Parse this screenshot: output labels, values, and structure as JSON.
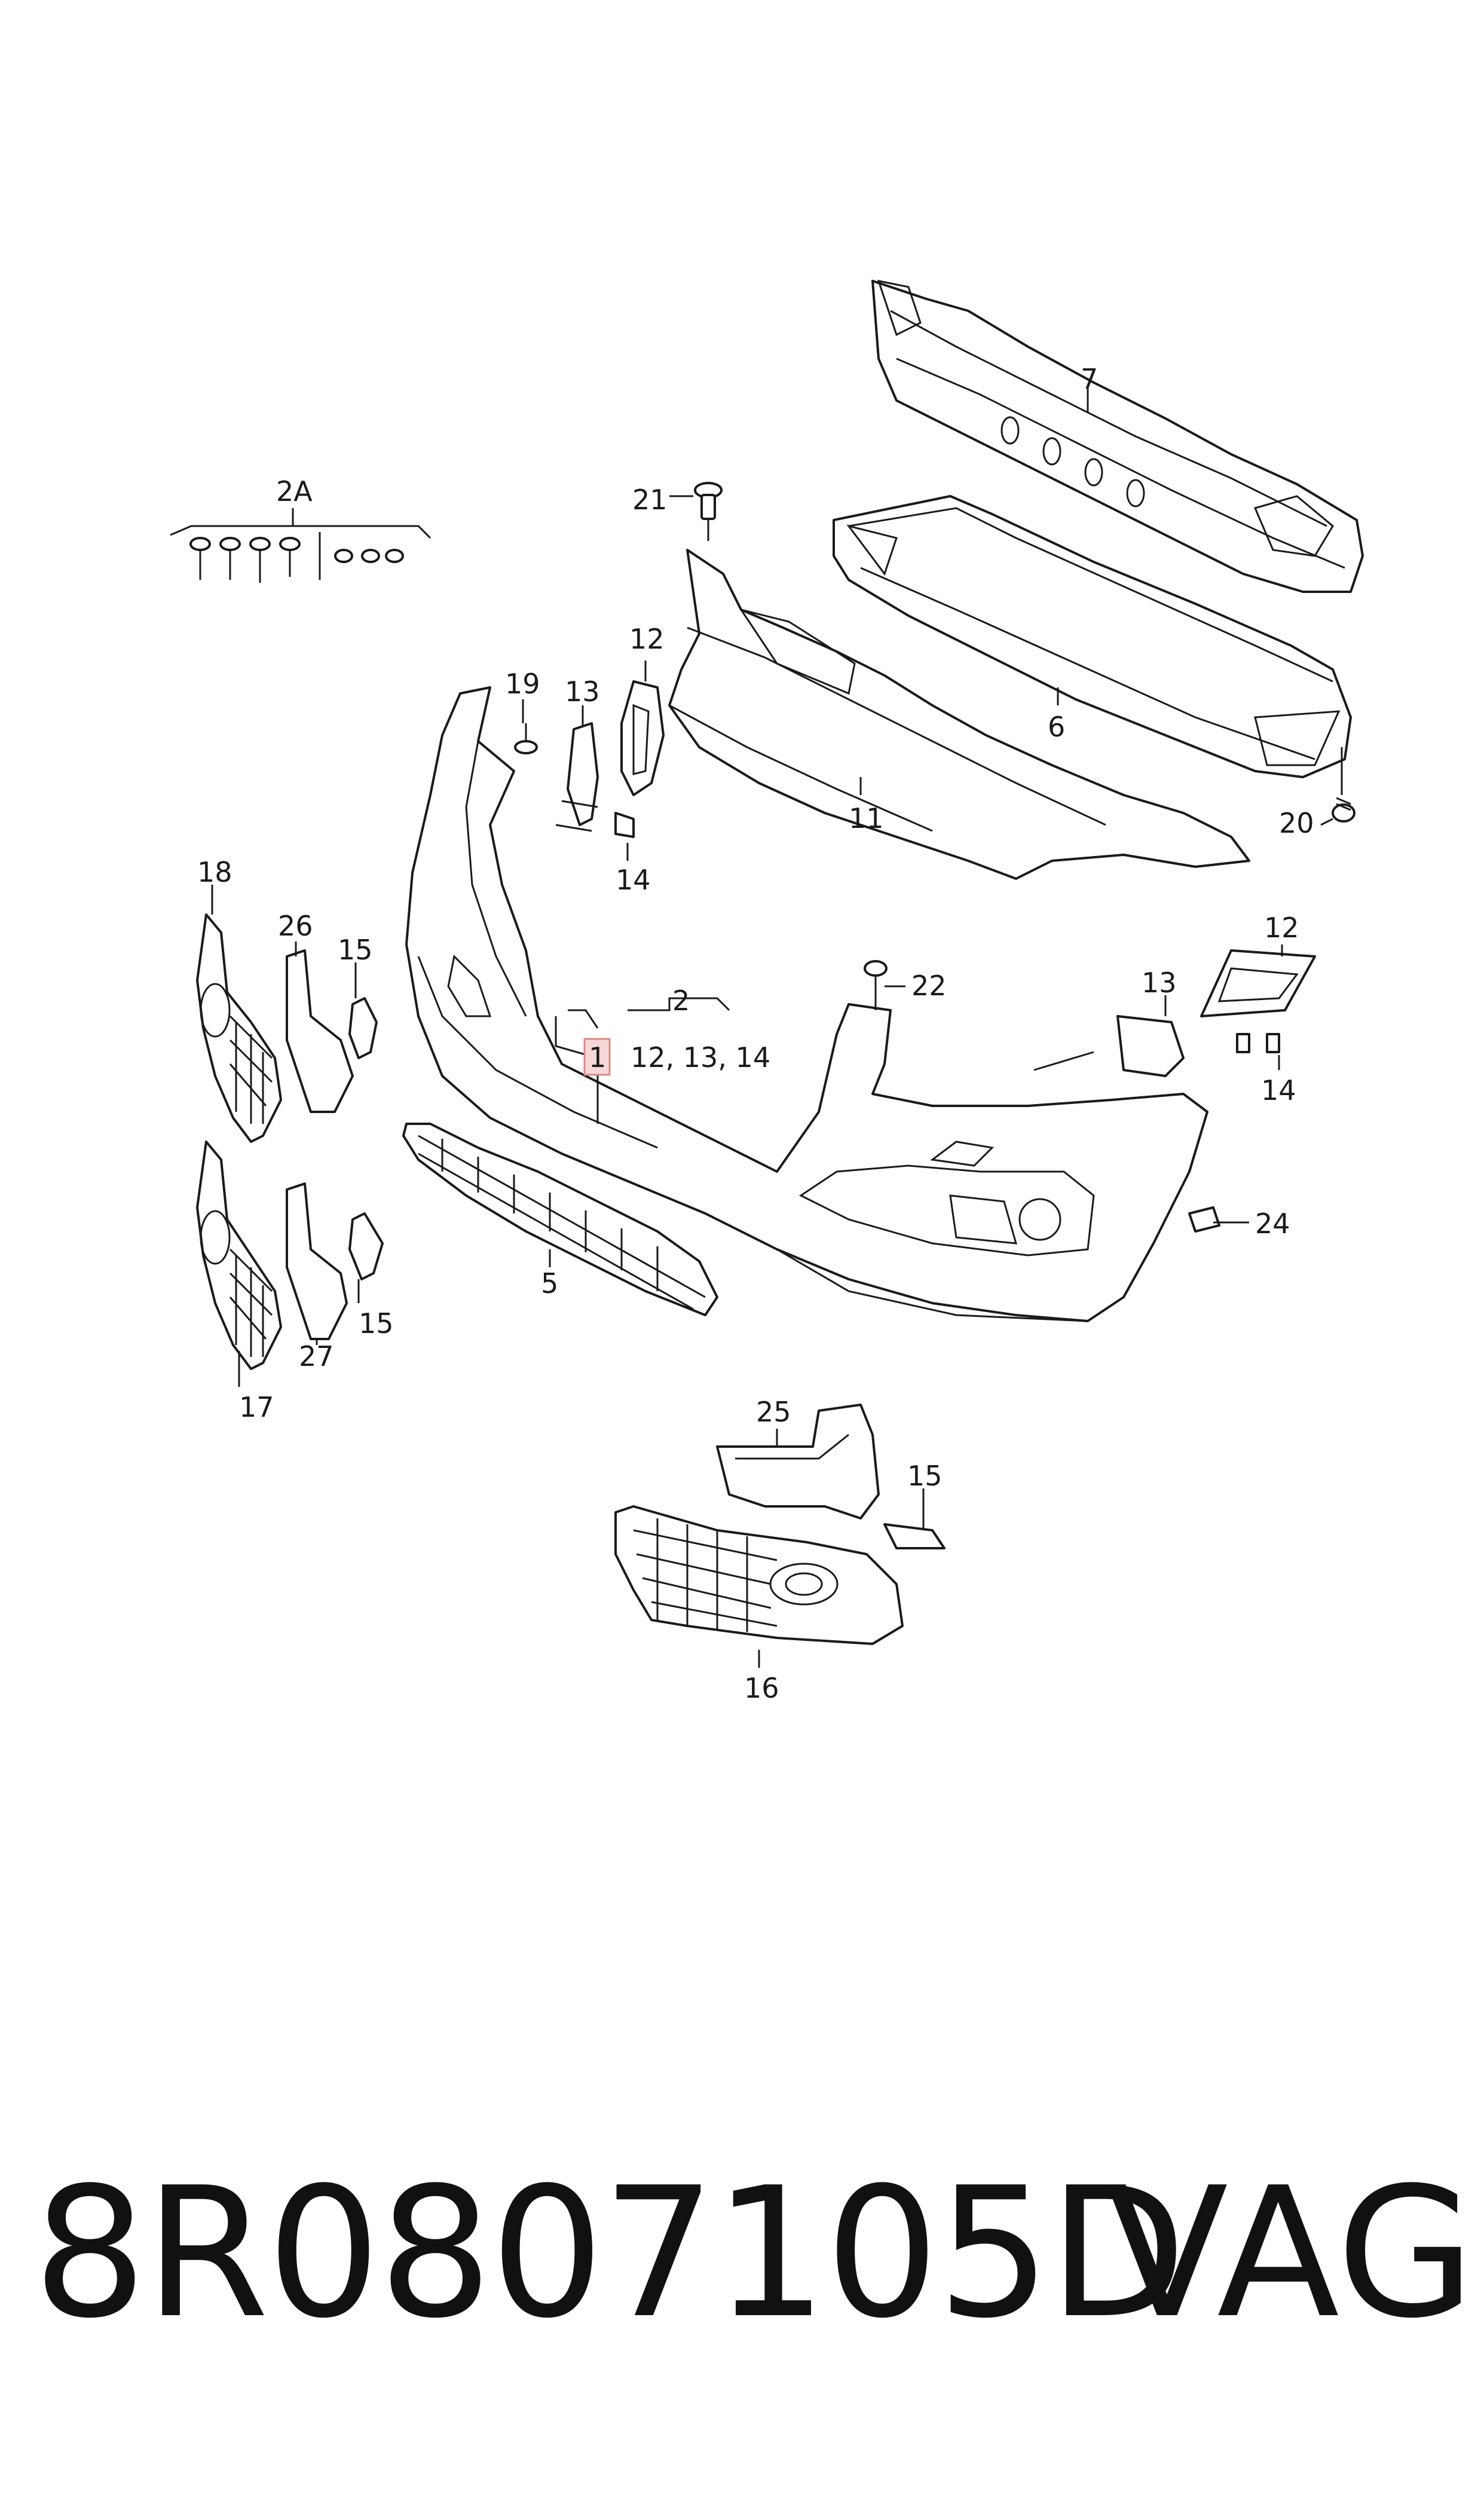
{
  "callouts": {
    "c1": "1",
    "c2": "2",
    "c2a": "2A",
    "c2_children": "12, 13, 14",
    "c5": "5",
    "c6": "6",
    "c7": "7",
    "c11": "11",
    "c12a": "12",
    "c12b": "12",
    "c13a": "13",
    "c13b": "13",
    "c14a": "14",
    "c14b": "14",
    "c15a": "15",
    "c15b": "15",
    "c15c": "15",
    "c16": "16",
    "c17": "17",
    "c18": "18",
    "c19": "19",
    "c20": "20",
    "c21": "21",
    "c22": "22",
    "c24": "24",
    "c25": "25",
    "c26": "26",
    "c27": "27"
  },
  "footer": {
    "part_number": "8R0807105D",
    "brand": "VAG"
  },
  "colors": {
    "line": "#1a1a1a",
    "highlight_fill": "#f7d6d6",
    "highlight_stroke": "#d88a8a"
  }
}
